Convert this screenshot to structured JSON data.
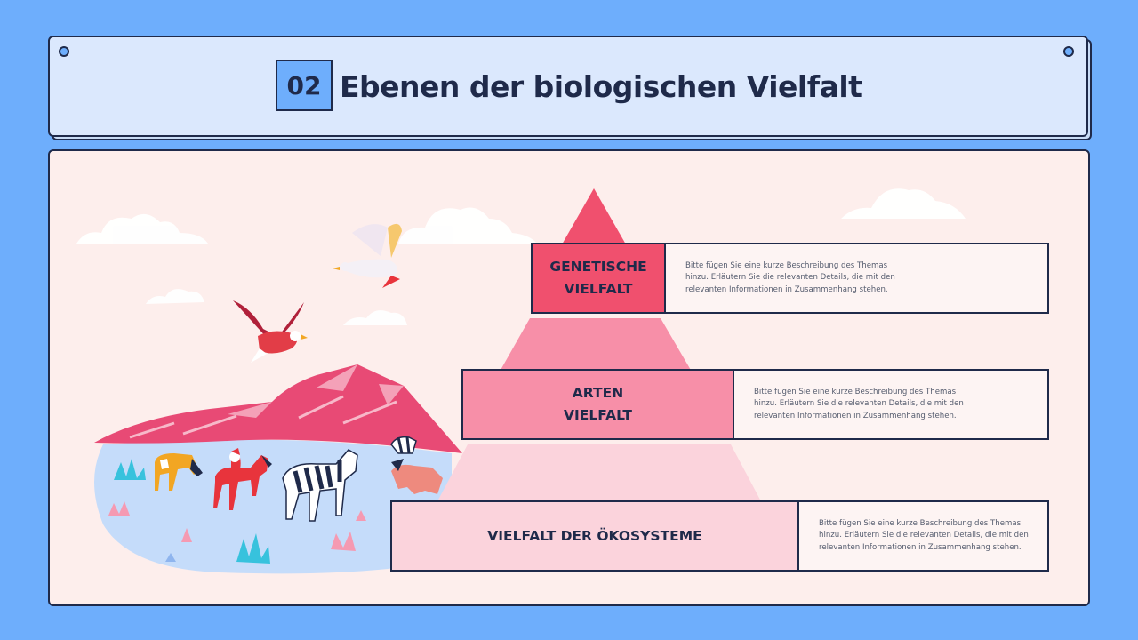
{
  "header": {
    "number": "02",
    "title": "Ebenen der biologischen Vielfalt"
  },
  "levels": [
    {
      "label": "GENETISCHE\nVIELFALT",
      "description": "Bitte fügen Sie eine kurze Beschreibung des Themas hinzu. Erläutern Sie die relevanten Details, die mit den relevanten Informationen in Zusammenhang stehen."
    },
    {
      "label": "ARTEN\nVIELFALT",
      "description": "Bitte fügen Sie eine kurze Beschreibung des Themas hinzu. Erläutern Sie die relevanten Details, die mit den relevanten Informationen in Zusammenhang stehen."
    },
    {
      "label": "VIELFALT DER ÖKOSYSTEME",
      "description": "Bitte fügen Sie eine kurze Beschreibung des Themas hinzu. Erläutern Sie die relevanten Details, die mit den relevanten Informationen in Zusammenhang stehen."
    }
  ],
  "colors": {
    "background": "#6eaefc",
    "header_card": "#dbe8fd",
    "panel": "#fdeeec",
    "outline": "#1f2a4a",
    "level_1": "#f0506e",
    "level_2": "#f78fa8",
    "level_3": "#fbd3dc"
  },
  "illustration": [
    "cloud",
    "seagull",
    "eagle",
    "mountains",
    "zebra",
    "horse",
    "cow",
    "grass"
  ]
}
